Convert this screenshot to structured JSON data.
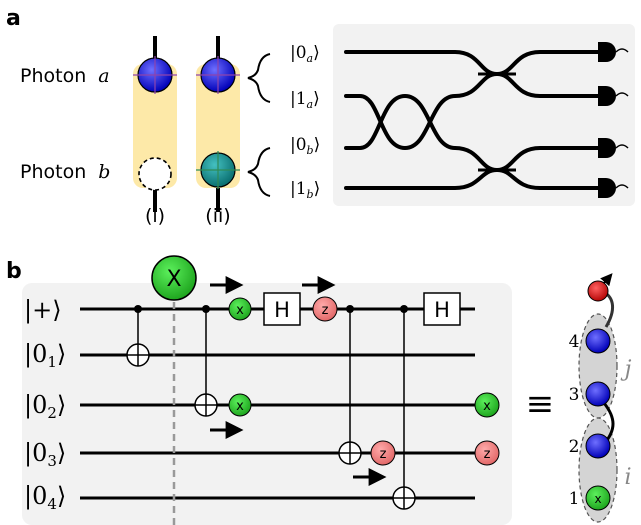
{
  "panel_a": {
    "label": "a",
    "photon_a_label": "Photon",
    "photon_a_var": "a",
    "photon_b_label": "Photon",
    "photon_b_var": "b",
    "case_i": "(i)",
    "case_ii": "(ii)",
    "modes": [
      {
        "base": "|0",
        "sub": "a",
        "close": "⟩"
      },
      {
        "base": "|1",
        "sub": "a",
        "close": "⟩"
      },
      {
        "base": "|0",
        "sub": "b",
        "close": "⟩"
      },
      {
        "base": "|1",
        "sub": "b",
        "close": "⟩"
      }
    ]
  },
  "panel_b": {
    "label": "b",
    "qubits": [
      {
        "base": "|+",
        "sub": "",
        "close": "⟩"
      },
      {
        "base": "|0",
        "sub": "1",
        "close": "⟩"
      },
      {
        "base": "|0",
        "sub": "2",
        "close": "⟩"
      },
      {
        "base": "|0",
        "sub": "3",
        "close": "⟩"
      },
      {
        "base": "|0",
        "sub": "4",
        "close": "⟩"
      }
    ],
    "big_x": "X",
    "gate_x": "x",
    "gate_z": "z",
    "gate_h": "H",
    "equiv": "≡",
    "graph_nodes": [
      "4",
      "3",
      "2",
      "1"
    ],
    "group_j": "j",
    "group_i": "i"
  },
  "colors": {
    "green": "#2ecc2e",
    "pink": "#f08080",
    "blue": "#1a1ae6",
    "teal": "#1a9a9a",
    "yellow": "#fde9a8",
    "red": "#e01010"
  }
}
